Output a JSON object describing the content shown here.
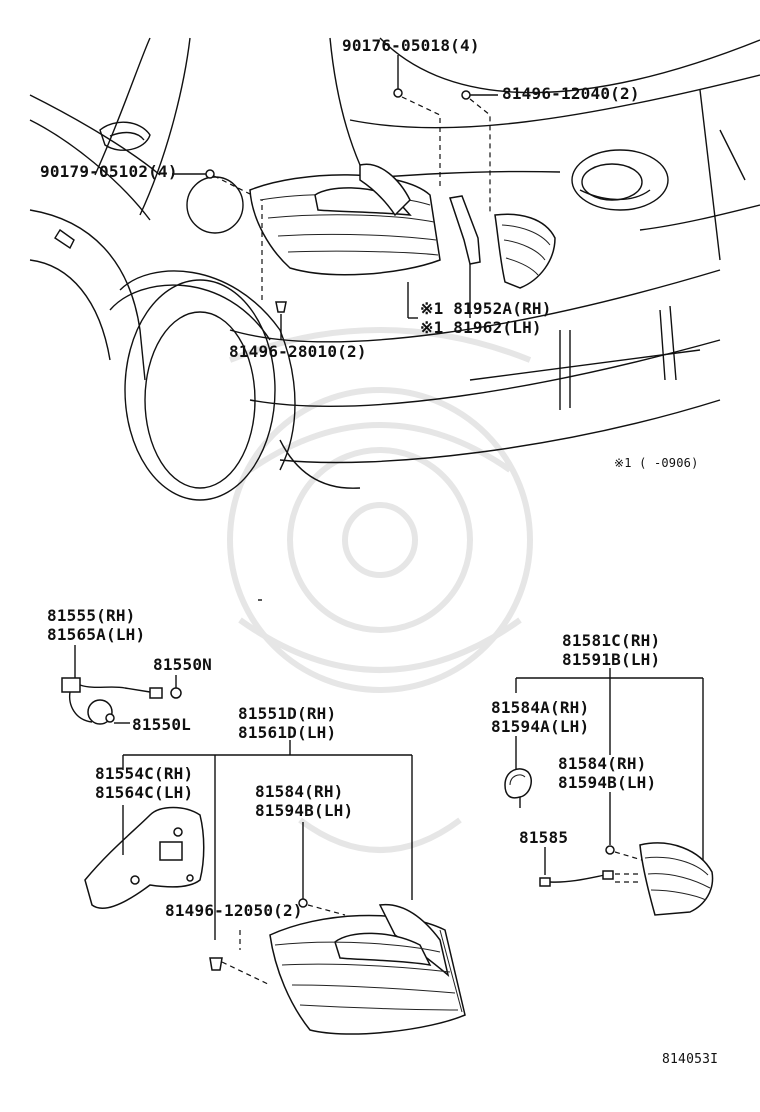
{
  "upper_assembly": {
    "callouts": {
      "nut_top": "90176-05018(4)",
      "clip_top_right": "81496-12040(2)",
      "nut_left": "90179-05102(4)",
      "lamp_rh": "※1 81952A(RH)",
      "lamp_lh": "※1 81962(LH)",
      "clip_bottom": "81496-28010(2)"
    },
    "footnote": "※1 (     -0906)"
  },
  "lower_left": {
    "socket_rh": "81555(RH)",
    "socket_lh": "81565A(LH)",
    "bulb_n": "81550N",
    "bulb_l": "81550L",
    "lamp_rh": "81551D(RH)",
    "lamp_lh": "81561D(LH)",
    "cover_rh": "81554C(RH)",
    "cover_lh": "81564C(LH)",
    "gasket_rh": "81584(RH)",
    "gasket_lh": "81594B(LH)",
    "clip": "81496-12050(2)"
  },
  "lower_right": {
    "lamp_rh": "81581C(RH)",
    "lamp_lh": "81591B(LH)",
    "gasket_a_rh": "81584A(RH)",
    "gasket_a_lh": "81594A(LH)",
    "gasket_b_rh": "81584(RH)",
    "gasket_b_lh": "81594B(LH)",
    "wire": "81585"
  },
  "figure_code": "814053I"
}
